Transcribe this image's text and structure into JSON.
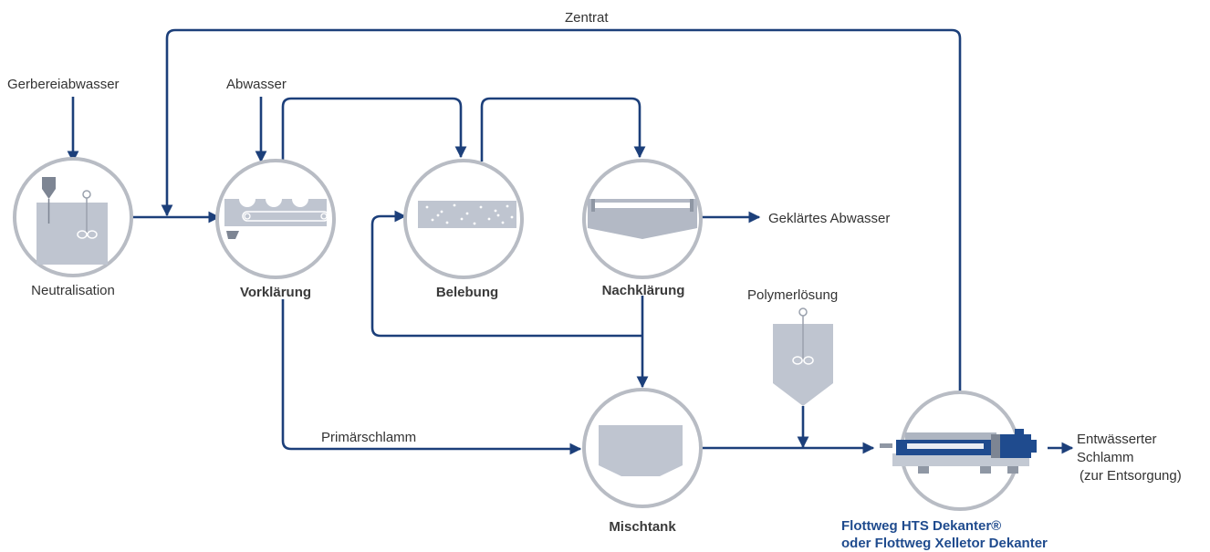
{
  "labels": {
    "zentrat": "Zentrat",
    "gerbereiabwasser": "Gerbereiabwasser",
    "abwasser": "Abwasser",
    "neutralisation": "Neutralisation",
    "vorklaerung": "Vorklärung",
    "belebung": "Belebung",
    "nachklaerung": "Nachklärung",
    "geklaertes_abwasser": "Geklärtes Abwasser",
    "polymerloesung": "Polymerlösung",
    "primaerschlamm": "Primärschlamm",
    "mischtank": "Mischtank",
    "entwaesserter_schlamm_1": "Entwässerter",
    "entwaesserter_schlamm_2": "Schlamm",
    "entwaesserter_schlamm_3": "(zur Entsorgung)",
    "dekanter_1": "Flottweg HTS Dekanter®",
    "dekanter_2": "oder Flottweg Xelletor Dekanter"
  },
  "colors": {
    "flow_line": "#1c3f7a",
    "circle_stroke": "#b8bcc4",
    "equipment_gray": "#bfc5d0",
    "product_label": "#1f4b8e"
  }
}
